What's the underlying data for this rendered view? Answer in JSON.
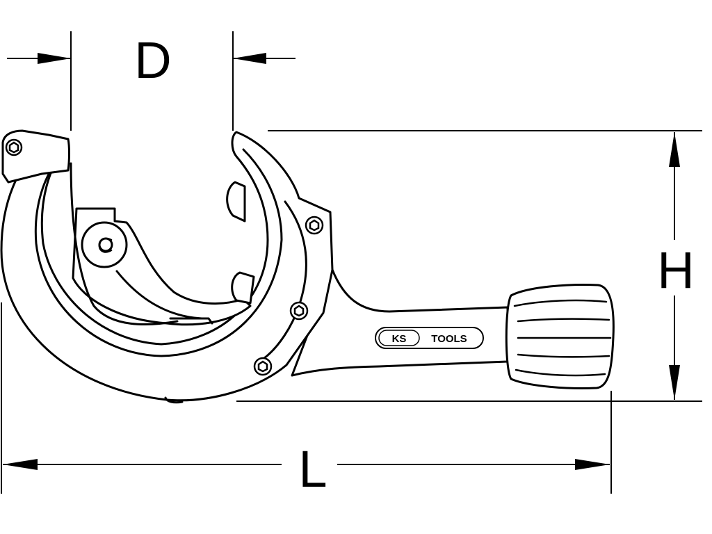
{
  "dimensions": {
    "d": "D",
    "h": "H",
    "l": "L"
  },
  "logo": {
    "brand_left": "KS",
    "brand_right": "TOOLS",
    "accent_color": "#e30613"
  },
  "colors": {
    "line": "#000000",
    "background": "#ffffff"
  }
}
